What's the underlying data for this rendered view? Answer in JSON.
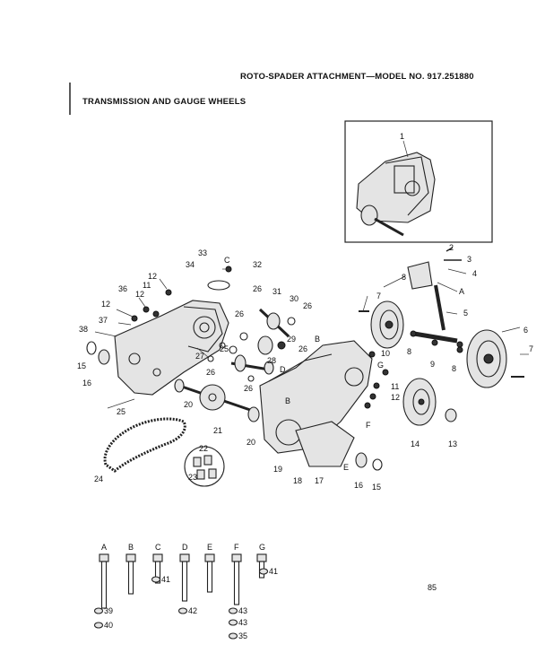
{
  "header": {
    "title": "ROTO-SPADER ATTACHMENT—MODEL NO. 917.251880"
  },
  "section": {
    "title": "TRANSMISSION AND GAUGE WHEELS"
  },
  "footer": {
    "page_number": "85"
  },
  "callouts": {
    "c1": "1",
    "c2": "2",
    "c3": "3",
    "c4": "4",
    "c5": "5",
    "c6": "6",
    "c7a": "7",
    "c7b": "7",
    "c8a": "8",
    "c8b": "8",
    "c8c": "8",
    "c9": "9",
    "c10": "10",
    "c11a": "11",
    "c11b": "11",
    "c12a": "12",
    "c12b": "12",
    "c12c": "12",
    "c12d": "12",
    "c13": "13",
    "c14": "14",
    "c15a": "15",
    "c15b": "15",
    "c16a": "16",
    "c16b": "16",
    "c17": "17",
    "c18": "18",
    "c19": "19",
    "c20a": "20",
    "c20b": "20",
    "c21": "21",
    "c22": "22",
    "c23": "23",
    "c24": "24",
    "c25": "25",
    "c25b": "25",
    "c26a": "26",
    "c26b": "26",
    "c26c": "26",
    "c26d": "26",
    "c26e": "26",
    "c26f": "26",
    "c27": "27",
    "c28": "28",
    "c29": "29",
    "c30": "30",
    "c31": "31",
    "c32": "32",
    "c33": "33",
    "c34": "34",
    "c36": "36",
    "c37": "37",
    "c38": "38",
    "lA": "A",
    "lB1": "B",
    "lB2": "B",
    "lC1": "C",
    "lD": "D",
    "lE": "E",
    "lF": "F",
    "lG": "G"
  },
  "hardware_legend": [
    {
      "letter": "A",
      "parts": [
        "39",
        "40"
      ]
    },
    {
      "letter": "B",
      "parts": []
    },
    {
      "letter": "C",
      "parts": [
        "41"
      ]
    },
    {
      "letter": "D",
      "parts": [
        "42"
      ]
    },
    {
      "letter": "E",
      "parts": []
    },
    {
      "letter": "F",
      "parts": [
        "43",
        "43",
        "35"
      ]
    },
    {
      "letter": "G",
      "parts": [
        "41"
      ]
    }
  ]
}
